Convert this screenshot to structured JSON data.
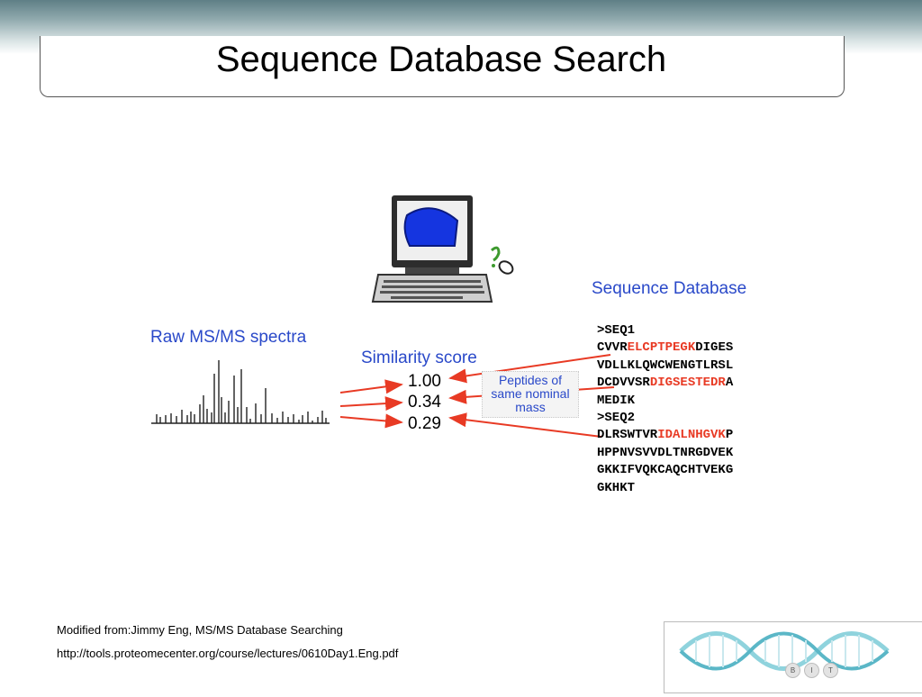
{
  "slide": {
    "title": "Sequence Database Search"
  },
  "figure": {
    "raw_spectra_label": "Raw MS/MS spectra",
    "similarity_label": "Similarity score",
    "scores": [
      "1.00",
      "0.34",
      "0.29"
    ],
    "peptides_note": [
      "Peptides of",
      "same nominal",
      "mass"
    ],
    "database_label": "Sequence Database",
    "database_lines": [
      [
        {
          "t": ">SEQ1",
          "h": false
        }
      ],
      [
        {
          "t": "CVVR",
          "h": false
        },
        {
          "t": "ELCPTPEGK",
          "h": true
        },
        {
          "t": "DIGES",
          "h": false
        }
      ],
      [
        {
          "t": "VDLLKLQWCWENGTLRSL",
          "h": false
        }
      ],
      [
        {
          "t": "DCDVVSR",
          "h": false
        },
        {
          "t": "DIGSESTEDR",
          "h": true
        },
        {
          "t": "A",
          "h": false
        }
      ],
      [
        {
          "t": "MEDIK",
          "h": false
        }
      ],
      [
        {
          "t": ">SEQ2",
          "h": false
        }
      ],
      [
        {
          "t": "DLRSWTVR",
          "h": false
        },
        {
          "t": "IDALNHGVK",
          "h": true
        },
        {
          "t": "P",
          "h": false
        }
      ],
      [
        {
          "t": "HPPNVSVVDLTNRGDVEK",
          "h": false
        }
      ],
      [
        {
          "t": "GKKIFVQKCAQCHTVEKG",
          "h": false
        }
      ],
      [
        {
          "t": "GKHKT",
          "h": false
        }
      ]
    ],
    "computer_icon": "computer-with-question-mark-icon",
    "highlight_color": "#e83a24",
    "label_color": "#2a49c9"
  },
  "footer": {
    "credit": "Modified from:Jimmy Eng, MS/MS Database Searching",
    "url": "http://tools.proteomecenter.org/course/lectures/0610Day1.Eng.pdf"
  },
  "logo": {
    "icon": "dna-helix-logo",
    "letters": [
      "B",
      "I",
      "T"
    ]
  }
}
